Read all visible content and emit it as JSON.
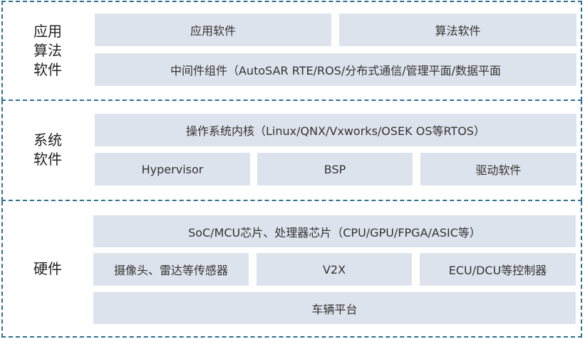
{
  "layers": {
    "app": {
      "label": "应用\n算法\n软件",
      "boxes": [
        "应用软件",
        "算法软件",
        "中间件组件（AutoSAR RTE/ROS/分布式通信/管理平面/数据平面"
      ]
    },
    "system": {
      "label": "系统\n软件",
      "boxes": [
        "操作系统内核（Linux/QNX/Vxworks/OSEK OS等RTOS）",
        "Hypervisor",
        "BSP",
        "驱动软件"
      ]
    },
    "hardware": {
      "label": "硬件",
      "boxes": [
        "SoC/MCU芯片、处理器芯片（CPU/GPU/FPGA/ASIC等）",
        "摄像头、雷达等传感器",
        "V2X",
        "ECU/DCU等控制器",
        "车辆平台"
      ]
    }
  },
  "colors": {
    "border": "#2f6f96",
    "box_fill": "#dde3ed"
  }
}
